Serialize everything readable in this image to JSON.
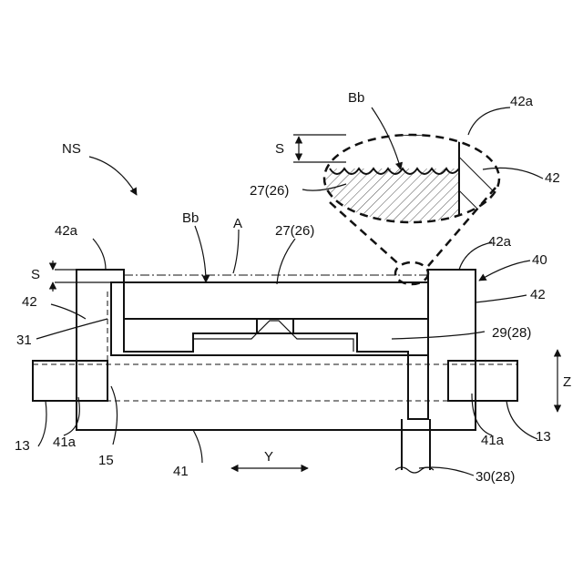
{
  "labels": {
    "ns": "NS",
    "bb_top": "Bb",
    "bb_main": "Bb",
    "a": "A",
    "s_top": "S",
    "s_main": "S",
    "ref_42a_top": "42a",
    "ref_42a_left": "42a",
    "ref_42a_right": "42a",
    "ref_42_top": "42",
    "ref_42_left": "42",
    "ref_42_right": "42",
    "ref_27_top": "27(26)",
    "ref_27_main": "27(26)",
    "ref_40": "40",
    "ref_31": "31",
    "ref_29": "29(28)",
    "ref_13_left": "13",
    "ref_13_right": "13",
    "ref_41a_left": "41a",
    "ref_41a_right": "41a",
    "ref_15": "15",
    "ref_41": "41",
    "ref_30": "30(28)",
    "axis_y": "Y",
    "axis_z": "Z"
  },
  "icons": {
    "axis_arrows": "double-headed-arrow"
  }
}
